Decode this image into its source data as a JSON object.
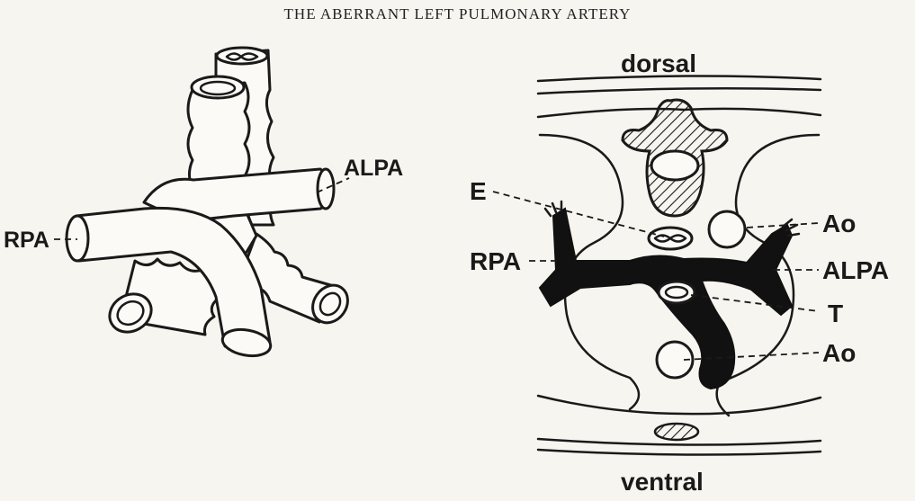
{
  "title": "THE ABERRANT LEFT PULMONARY ARTERY",
  "left_diagram": {
    "labels": {
      "rpa": "RPA",
      "alpa": "ALPA"
    }
  },
  "right_diagram": {
    "labels": {
      "dorsal": "dorsal",
      "ventral": "ventral",
      "e": "E",
      "rpa": "RPA",
      "ao_top": "Ao",
      "alpa": "ALPA",
      "t": "T",
      "ao_bottom": "Ao"
    }
  }
}
